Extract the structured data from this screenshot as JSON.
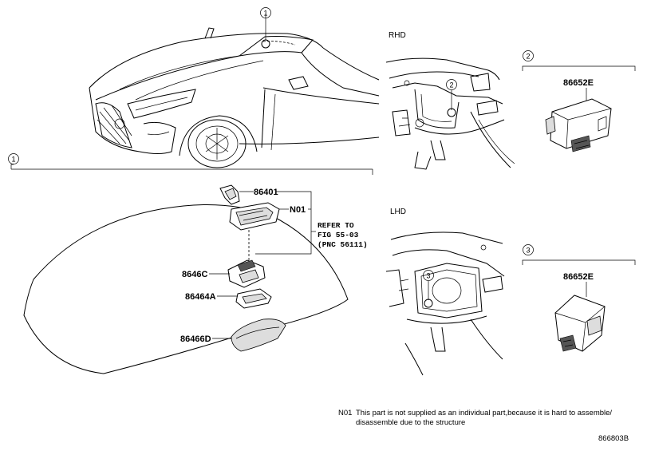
{
  "callouts": {
    "c1": "1",
    "c2": "2",
    "c3": "3"
  },
  "labels": {
    "rhd": "RHD",
    "lhd": "LHD"
  },
  "parts": {
    "p86401": "86401",
    "n01": "N01",
    "p8646c": "8646C",
    "p86464a": "86464A",
    "p86466d": "86466D",
    "p86652e_top": "86652E",
    "p86652e_bottom": "86652E"
  },
  "reference": {
    "line1": "REFER TO",
    "line2": "FIG 55-03",
    "line3": "(PNC 56111)"
  },
  "note": {
    "code": "N01",
    "line1": "This part is not supplied as an individual part,because it is hard to assemble/",
    "line2": "disassemble due to the structure"
  },
  "figure_id": "866803B"
}
